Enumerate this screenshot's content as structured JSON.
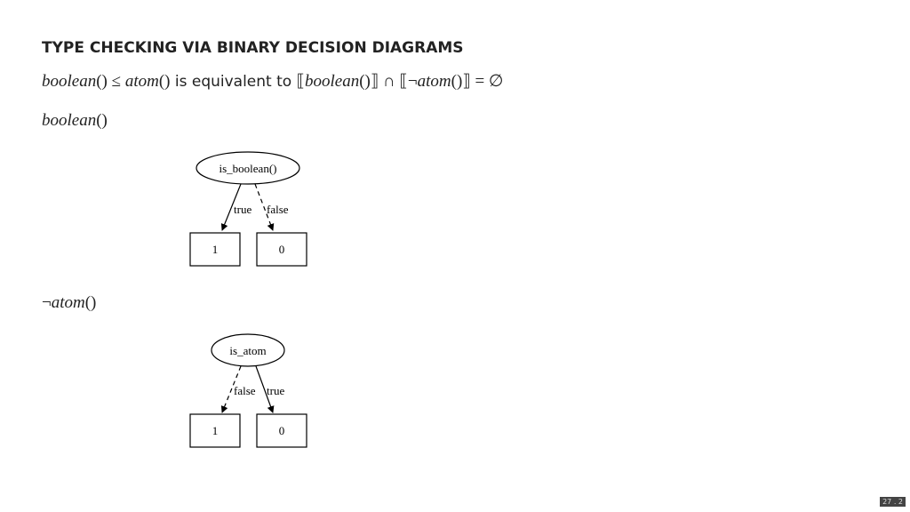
{
  "slide": {
    "title": "TYPE CHECKING VIA BINARY DECISION DIAGRAMS",
    "page_number": "27 . 2"
  },
  "formula": {
    "lhs_fn": "boolean",
    "parens1": "()",
    "leq": " ≤ ",
    "rhs_fn": "atom",
    "parens2": "()",
    "connector": " is equivalent to ",
    "open1": "⟦",
    "fn3": "boolean",
    "close1": "()⟧",
    "cap": " ∩ ",
    "open2": "⟦¬",
    "fn4": "atom",
    "close2": "()⟧",
    "eq_empty": " = ∅"
  },
  "sections": [
    {
      "fn": "boolean",
      "prefix": "",
      "suffix": "()",
      "diagram": {
        "root": "is_boolean()",
        "left_edge": "true",
        "right_edge": "false",
        "left_leaf": "1",
        "right_leaf": "0"
      }
    },
    {
      "fn": "atom",
      "prefix": "¬",
      "suffix": "()",
      "diagram": {
        "root": "is_atom",
        "left_edge": "false",
        "right_edge": "true",
        "left_leaf": "1",
        "right_leaf": "0"
      }
    }
  ]
}
